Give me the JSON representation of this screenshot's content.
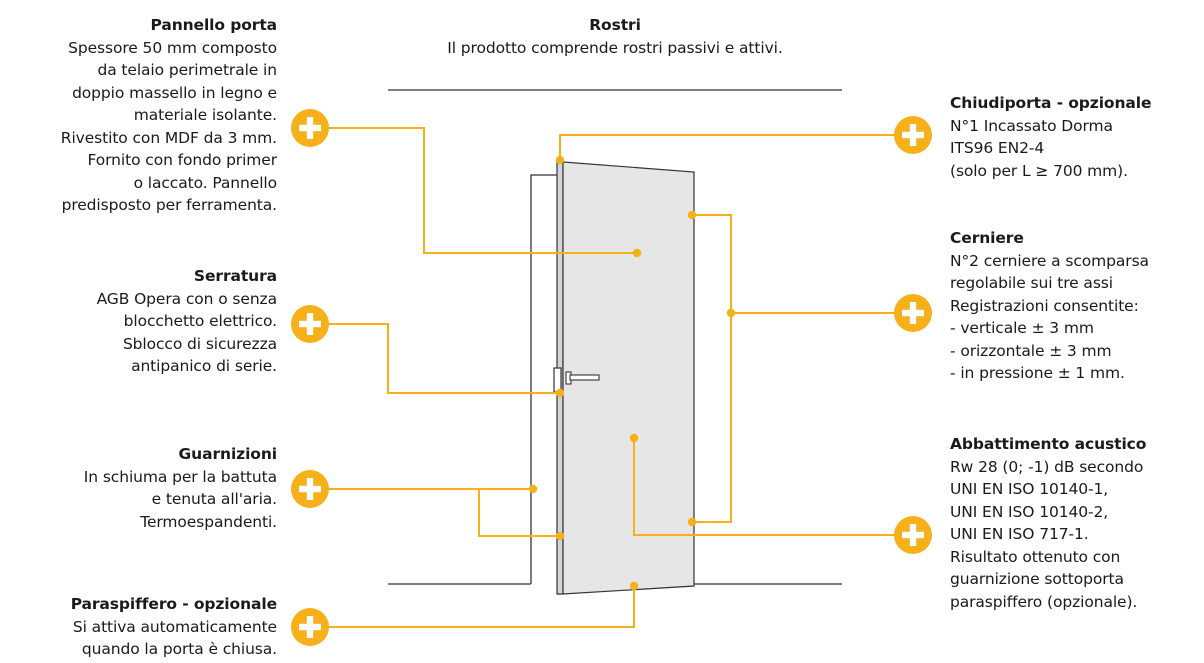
{
  "colors": {
    "accent": "#f5b01a",
    "panel": "#e6e6e6",
    "outline": "#333333",
    "text": "#1a1a1a"
  },
  "callouts": {
    "pannello": {
      "title": "Pannello porta",
      "lines": [
        "Spessore 50 mm composto",
        "da telaio perimetrale in",
        "doppio massello in legno e",
        "materiale isolante.",
        "Rivestito con MDF da 3 mm.",
        "Fornito con fondo primer",
        "o laccato. Pannello",
        "predisposto per ferramenta."
      ]
    },
    "serratura": {
      "title": "Serratura",
      "lines": [
        "AGB Opera con o senza",
        "blocchetto elettrico.",
        "Sblocco di sicurezza",
        "antipanico di serie."
      ]
    },
    "guarnizioni": {
      "title": "Guarnizioni",
      "lines": [
        "In schiuma per la battuta",
        "e tenuta all'aria.",
        "Termoespandenti."
      ]
    },
    "paraspiffero": {
      "title": "Paraspiffero - opzionale",
      "lines": [
        "Si attiva automaticamente",
        "quando la porta è chiusa."
      ]
    },
    "rostri": {
      "title": "Rostri",
      "lines": [
        "Il prodotto comprende rostri passivi e attivi."
      ]
    },
    "chiudiporta": {
      "title": "Chiudiporta - opzionale",
      "lines": [
        "N°1 Incassato Dorma",
        "ITS96 EN2-4",
        "(solo per L ≥ 700 mm)."
      ]
    },
    "cerniere": {
      "title": "Cerniere",
      "lines": [
        "N°2 cerniere a scomparsa",
        "regolabile sui tre assi",
        "Registrazioni consentite:",
        "- verticale ± 3 mm",
        "- orizzontale ± 3 mm",
        "- in pressione ± 1 mm."
      ]
    },
    "acustico": {
      "title": "Abbattimento acustico",
      "lines": [
        "Rw 28 (0; -1) dB secondo",
        "UNI EN ISO 10140-1,",
        "UNI EN ISO 10140-2,",
        "UNI EN ISO 717-1.",
        "Risultato ottenuto con",
        "guarnizione sottoporta",
        "paraspiffero (opzionale)."
      ]
    }
  }
}
